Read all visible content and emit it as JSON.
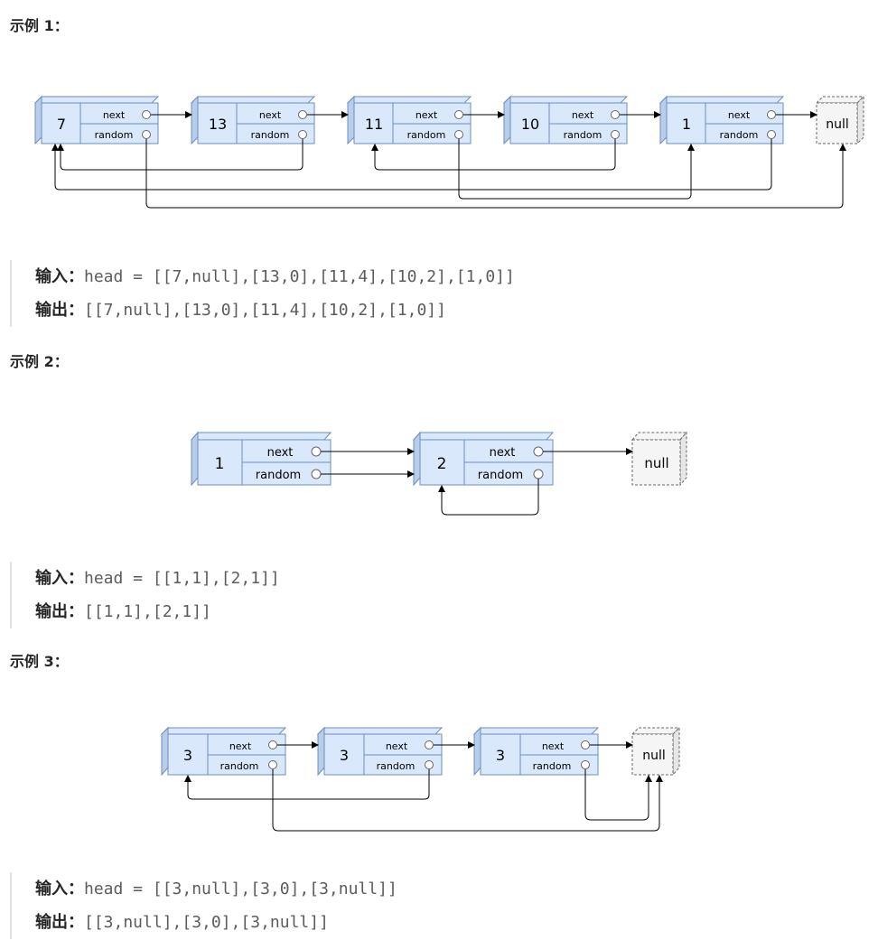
{
  "examples": [
    {
      "title": "示例 1：",
      "input_label": "输入：",
      "input_value": "head = [[7,null],[13,0],[11,4],[10,2],[1,0]]",
      "output_label": "输出：",
      "output_value": "[[7,null],[13,0],[11,4],[10,2],[1,0]]",
      "nodes": [
        "7",
        "13",
        "11",
        "10",
        "1"
      ],
      "null_label": "null",
      "next_label": "next",
      "random_label": "random"
    },
    {
      "title": "示例 2：",
      "input_label": "输入：",
      "input_value": "head = [[1,1],[2,1]]",
      "output_label": "输出：",
      "output_value": "[[1,1],[2,1]]",
      "nodes": [
        "1",
        "2"
      ],
      "null_label": "null",
      "next_label": "next",
      "random_label": "random"
    },
    {
      "title": "示例 3：",
      "input_label": "输入：",
      "input_value": "head = [[3,null],[3,0],[3,null]]",
      "output_label": "输出：",
      "output_value": "[[3,null],[3,0],[3,null]]",
      "nodes": [
        "3",
        "3",
        "3"
      ],
      "null_label": "null",
      "next_label": "next",
      "random_label": "random"
    }
  ],
  "colors": {
    "node_fill": "#dae8fc",
    "node_side": "#b7cde9",
    "node_stroke": "#6c8ebf",
    "null_fill": "#f5f5f5",
    "null_stroke": "#666666",
    "arrow": "#000000"
  }
}
